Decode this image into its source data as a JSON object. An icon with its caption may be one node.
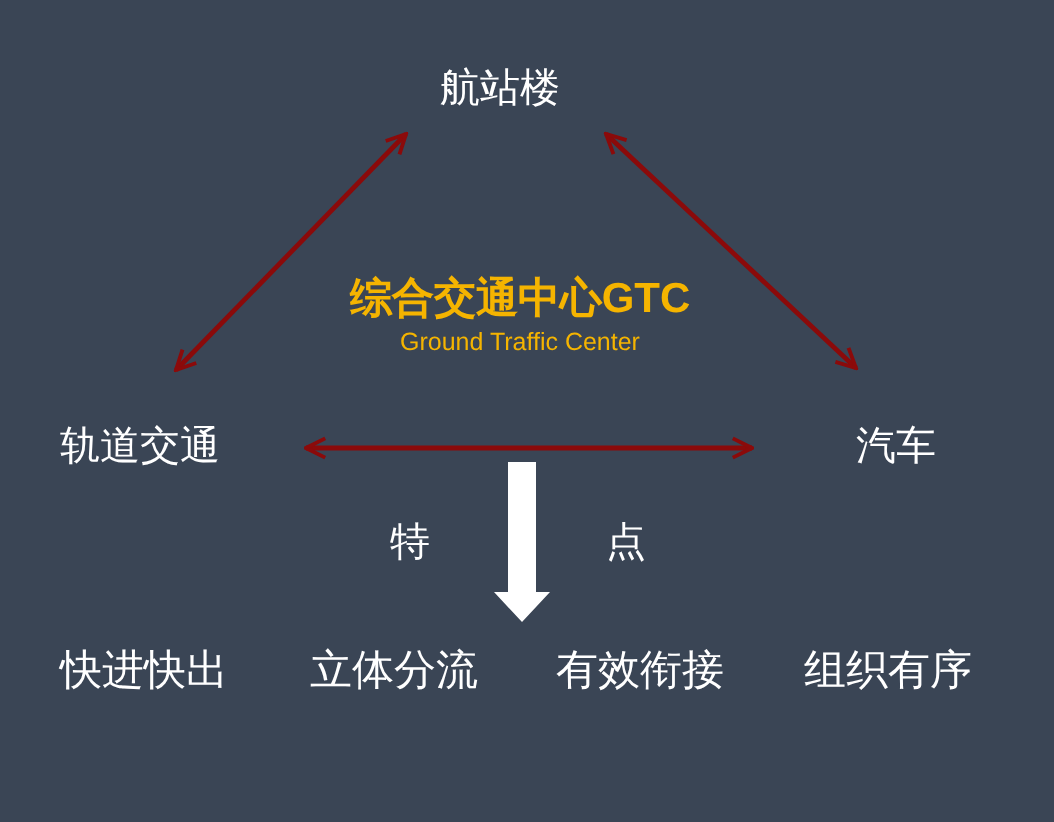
{
  "diagram": {
    "nodes": [
      {
        "text": [
          "航站楼"
        ]
      },
      {
        "text": [
          "综合交通中心GTC",
          "Ground Traffic Center"
        ]
      },
      {
        "text": [
          "轨道交通"
        ]
      },
      {
        "text": [
          "汽车"
        ]
      }
    ],
    "edges": [
      {
        "from": 0,
        "to": 2,
        "arrow": "both"
      },
      {
        "from": 0,
        "to": 3,
        "arrow": "both"
      },
      {
        "from": 2,
        "to": 3,
        "arrow": "both"
      }
    ],
    "labels": [
      "特",
      "点",
      "快进快出",
      "立体分流",
      "有效衔接",
      "组织有序"
    ]
  }
}
